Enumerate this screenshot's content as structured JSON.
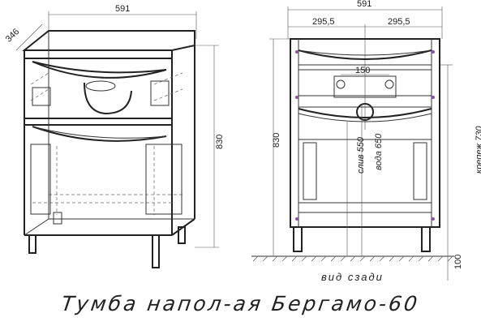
{
  "dimensions": {
    "front_width": "591",
    "front_depth": "346",
    "front_height": "830",
    "rear_width": "591",
    "rear_half_left": "295,5",
    "rear_half_right": "295,5",
    "rear_pipe_spacing": "150",
    "rear_height": "830",
    "drain": "слив 550",
    "water": "вода 650",
    "mount": "крепеж 730",
    "floor_gap": "100"
  },
  "labels": {
    "rear_view": "вид сзади",
    "caption": "Тумба напол-ая Бергамо-60"
  }
}
